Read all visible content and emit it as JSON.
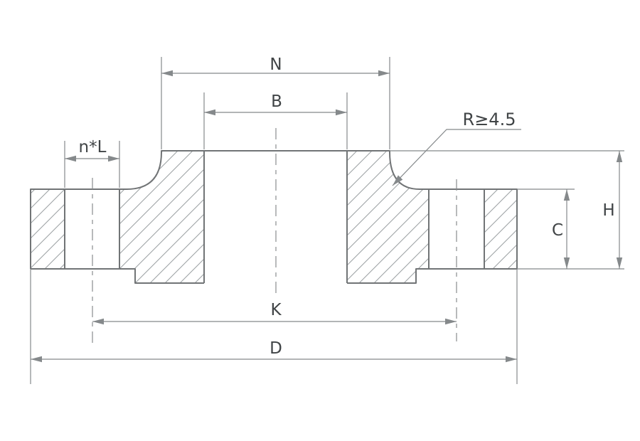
{
  "diagram": {
    "type": "engineering-section-drawing",
    "subject": "flange cross-section",
    "labels": {
      "neck_diameter": "N",
      "bore_diameter": "B",
      "bolt_holes": "n*L",
      "fillet_radius": "R≥4.5",
      "hub_height": "H",
      "flange_thickness": "C",
      "bolt_circle_diameter": "K",
      "outer_diameter": "D"
    },
    "colors": {
      "background": "#ffffff",
      "outline": "#717476",
      "dimension": "#85898b",
      "hatch": "#9ea3a5",
      "centerline": "#888c8e",
      "text": "#404446"
    }
  }
}
